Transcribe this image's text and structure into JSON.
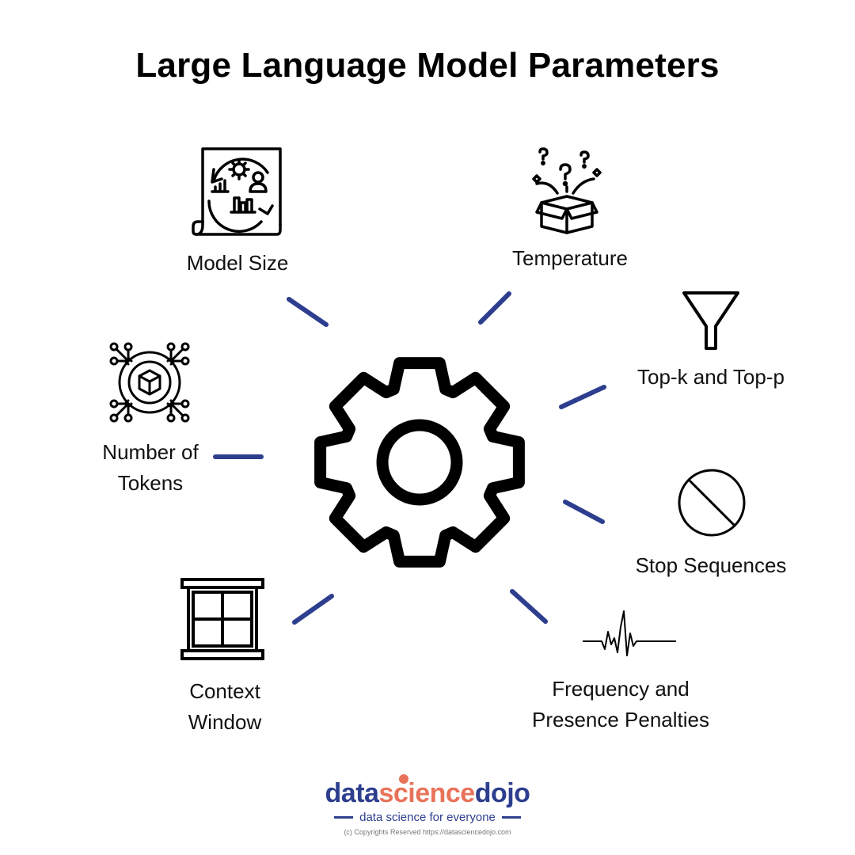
{
  "title": "Large Language Model Parameters",
  "colors": {
    "connector": "#2d3e8e",
    "brand_blue": "#2d3e8e",
    "brand_orange": "#e8735a",
    "tagline": "#2d3e8e"
  },
  "parameters": [
    {
      "id": "model-size",
      "label": "Model Size",
      "icon": "model-size-icon"
    },
    {
      "id": "temperature",
      "label": "Temperature",
      "icon": "surprise-box-icon"
    },
    {
      "id": "top-k-top-p",
      "label": "Top-k and Top-p",
      "icon": "funnel-icon"
    },
    {
      "id": "stop-sequences",
      "label": "Stop Sequences",
      "icon": "prohibited-icon"
    },
    {
      "id": "frequency-presence",
      "label_line1": "Frequency and",
      "label_line2": "Presence Penalties",
      "icon": "waveform-icon"
    },
    {
      "id": "context-window",
      "label_line1": "Context",
      "label_line2": "Window",
      "icon": "window-icon"
    },
    {
      "id": "number-of-tokens",
      "label_line1": "Number of",
      "label_line2": "Tokens",
      "icon": "token-chip-icon"
    }
  ],
  "center_icon": "gear-icon",
  "logo": {
    "part1": "data",
    "part2": "science",
    "part3": "dojo",
    "tagline": "data science for everyone"
  },
  "footer": {
    "copyright": "(c) Copyrights Reserved  https://datasciencedojo.com"
  }
}
